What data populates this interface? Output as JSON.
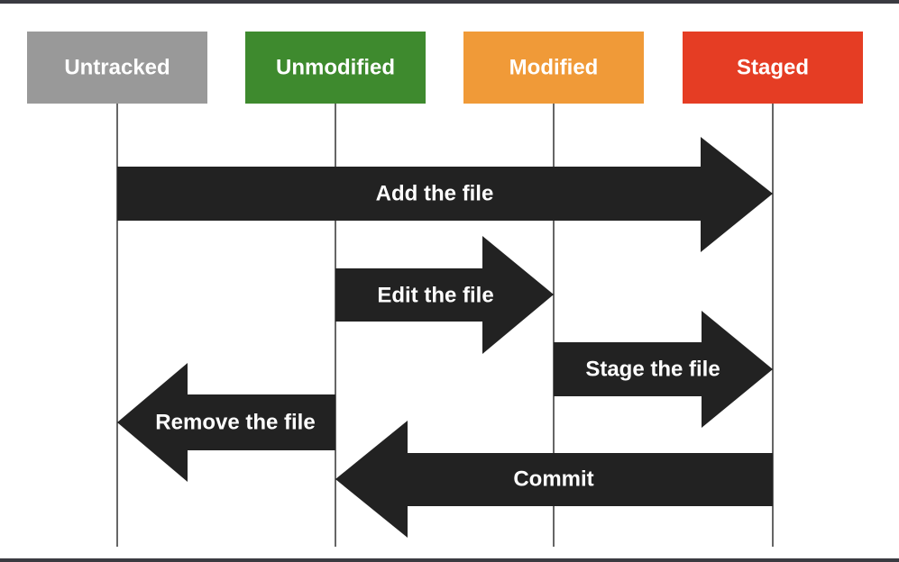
{
  "states": [
    {
      "id": "untracked",
      "label": "Untracked",
      "color": "#999999"
    },
    {
      "id": "unmodified",
      "label": "Unmodified",
      "color": "#3e8a2e"
    },
    {
      "id": "modified",
      "label": "Modified",
      "color": "#f09a38"
    },
    {
      "id": "staged",
      "label": "Staged",
      "color": "#e53d24"
    }
  ],
  "transitions": [
    {
      "label": "Add the file",
      "from": "untracked",
      "to": "staged"
    },
    {
      "label": "Edit the file",
      "from": "unmodified",
      "to": "modified"
    },
    {
      "label": "Stage the file",
      "from": "modified",
      "to": "staged"
    },
    {
      "label": "Remove the file",
      "from": "unmodified",
      "to": "untracked"
    },
    {
      "label": "Commit",
      "from": "staged",
      "to": "unmodified"
    }
  ],
  "colors": {
    "arrow": "#222222",
    "lifeline": "#000000",
    "frame": "#3a3b41",
    "label": "#ffffff"
  }
}
